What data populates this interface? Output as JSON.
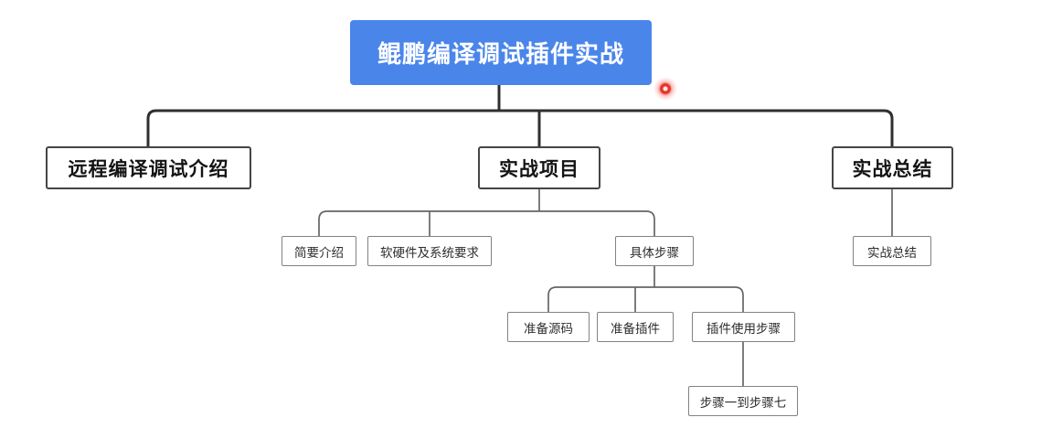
{
  "diagram": {
    "type": "mindmap-tree",
    "colors": {
      "root_bg": "#4a85ea",
      "root_text": "#ffffff",
      "box_border_dark": "#454545",
      "box_border_light": "#828282",
      "line_dark": "#2f2f2f",
      "line_light": "#666666",
      "cursor_red": "#e6352a"
    },
    "tree": {
      "label": "鲲鹏编译调试插件实战",
      "children": [
        {
          "label": "远程编译调试介绍",
          "children": []
        },
        {
          "label": "实战项目",
          "children": [
            {
              "label": "简要介绍",
              "children": []
            },
            {
              "label": "软硬件及系统要求",
              "children": []
            },
            {
              "label": "具体步骤",
              "children": [
                {
                  "label": "准备源码",
                  "children": []
                },
                {
                  "label": "准备插件",
                  "children": []
                },
                {
                  "label": "插件使用步骤",
                  "children": [
                    {
                      "label": "步骤一到步骤七",
                      "children": []
                    }
                  ]
                }
              ]
            }
          ]
        },
        {
          "label": "实战总结",
          "children": [
            {
              "label": "实战总结",
              "children": []
            }
          ]
        }
      ]
    }
  }
}
